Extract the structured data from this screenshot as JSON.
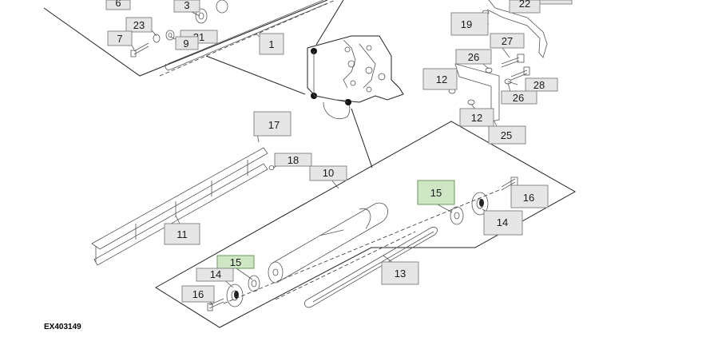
{
  "figure": {
    "id": "EX403149",
    "callouts": {
      "c1": "1",
      "c3": "3",
      "c6": "6",
      "c7": "7",
      "c9": "9",
      "c21": "21",
      "c22": "22",
      "c23": "23",
      "c19": "19",
      "c26a": "26",
      "c26b": "26",
      "c27": "27",
      "c28": "28",
      "c12a": "12",
      "c12b": "12",
      "c25": "25",
      "c17": "17",
      "c18": "18",
      "c10": "10",
      "c11": "11",
      "c13": "13",
      "c15a": "15",
      "c15b": "15",
      "c14a": "14",
      "c14b": "14",
      "c16a": "16",
      "c16b": "16"
    },
    "highlighted": [
      "15"
    ]
  }
}
